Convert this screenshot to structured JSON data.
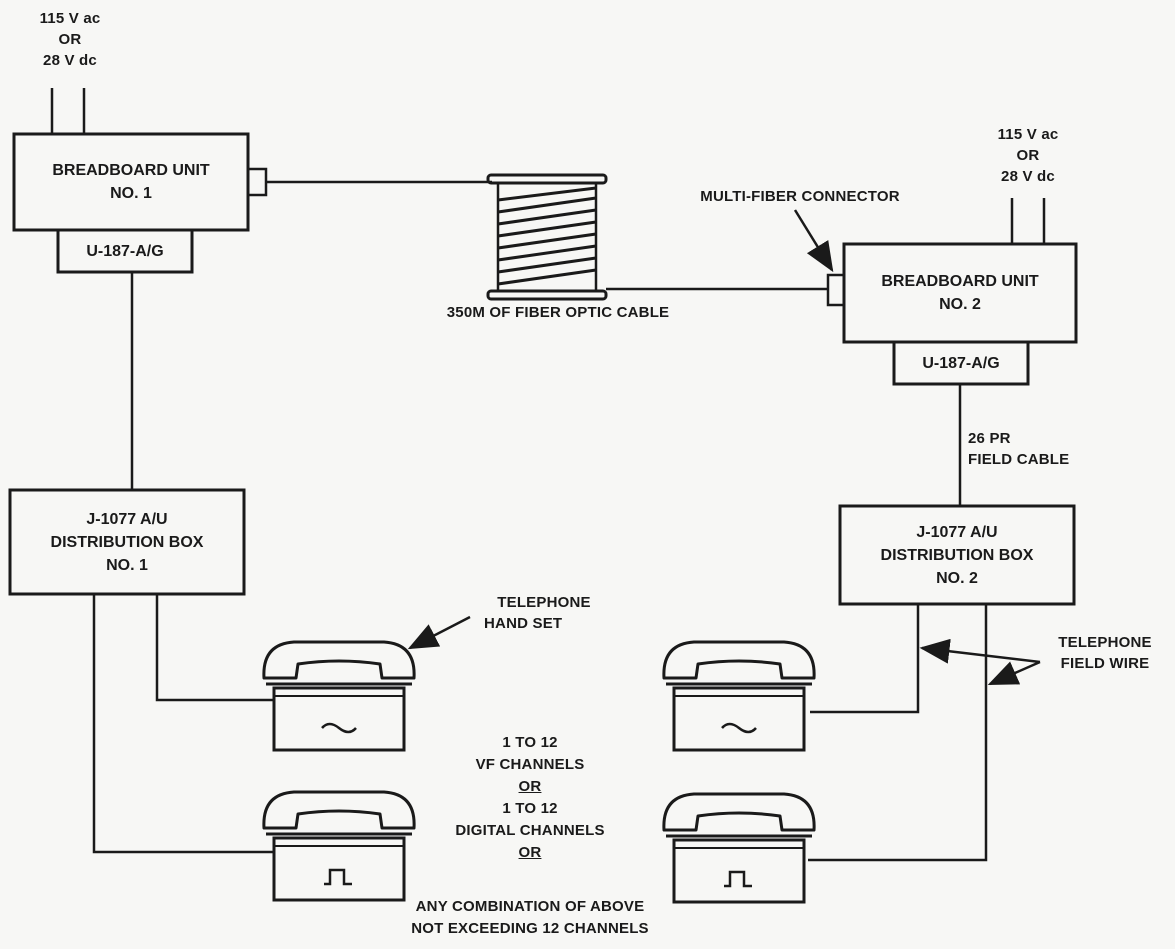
{
  "power_left": {
    "line1": "115 V ac",
    "line2": "OR",
    "line3": "28 V dc"
  },
  "power_right": {
    "line1": "115 V ac",
    "line2": "OR",
    "line3": "28 V dc"
  },
  "unit1": {
    "line1": "BREADBOARD UNIT",
    "line2": "NO. 1",
    "sub": "U-187-A/G"
  },
  "unit2": {
    "line1": "BREADBOARD UNIT",
    "line2": "NO. 2",
    "sub": "U-187-A/G"
  },
  "connector_label": "MULTI-FIBER CONNECTOR",
  "cable_label": "350M OF FIBER OPTIC CABLE",
  "field_cable": {
    "line1": "26 PR",
    "line2": "FIELD CABLE"
  },
  "dist1": {
    "line1": "J-1077 A/U",
    "line2": "DISTRIBUTION BOX",
    "line3": "NO. 1"
  },
  "dist2": {
    "line1": "J-1077 A/U",
    "line2": "DISTRIBUTION BOX",
    "line3": "NO. 2"
  },
  "handset_label": {
    "line1": "TELEPHONE",
    "line2": "HAND SET"
  },
  "field_wire_label": {
    "line1": "TELEPHONE",
    "line2": "FIELD WIRE"
  },
  "channels": {
    "line1": "1 TO 12",
    "line2": "VF CHANNELS",
    "or1": "OR",
    "line3": "1 TO 12",
    "line4": "DIGITAL CHANNELS",
    "or2": "OR",
    "line5": "ANY COMBINATION OF ABOVE",
    "line6": "NOT EXCEEDING 12 CHANNELS"
  },
  "telephones": [
    {
      "type": "analog",
      "symbol": "~"
    },
    {
      "type": "digital",
      "symbol": "square-wave"
    },
    {
      "type": "analog",
      "symbol": "~"
    },
    {
      "type": "digital",
      "symbol": "square-wave"
    }
  ]
}
